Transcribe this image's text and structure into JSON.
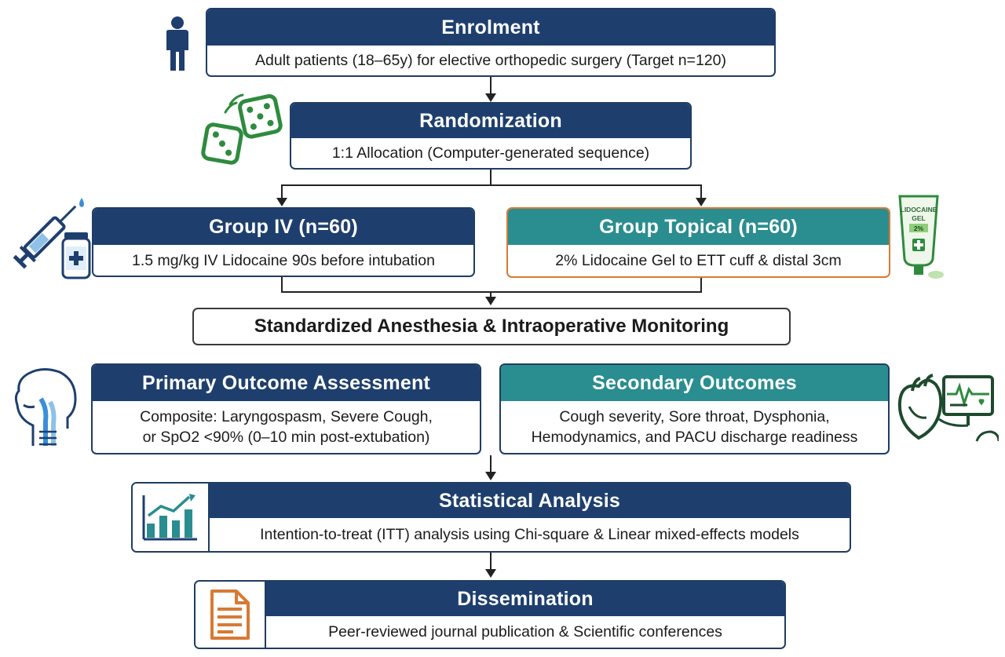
{
  "enrolment": {
    "title": "Enrolment",
    "text": "Adult patients (18–65y) for elective orthopedic surgery (Target n=120)"
  },
  "randomization": {
    "title": "Randomization",
    "text": "1:1 Allocation (Computer-generated sequence)"
  },
  "group_iv": {
    "title": "Group IV (n=60)",
    "text": "1.5 mg/kg IV Lidocaine 90s before intubation"
  },
  "group_topical": {
    "title": "Group Topical (n=60)",
    "text": "2% Lidocaine Gel to ETT cuff & distal 3cm"
  },
  "standardized": {
    "title": "Standardized Anesthesia & Intraoperative Monitoring"
  },
  "primary": {
    "title": "Primary Outcome Assessment",
    "line1": "Composite: Laryngospasm, Severe Cough,",
    "line2": "or SpO2 <90% (0–10 min post-extubation)"
  },
  "secondary": {
    "title": "Secondary Outcomes",
    "line1": "Cough severity, Sore throat, Dysphonia,",
    "line2": "Hemodynamics, and PACU discharge readiness"
  },
  "statistical": {
    "title": "Statistical Analysis",
    "text": "Intention-to-treat (ITT) analysis using Chi-square & Linear mixed-effects models"
  },
  "dissemination": {
    "title": "Dissemination",
    "text": "Peer-reviewed journal publication & Scientific conferences"
  },
  "tube_label": {
    "l1": "LIDOCAINE",
    "l2": "GEL",
    "l3": "2%"
  },
  "icons": {
    "patient": "person-icon",
    "dice": "dice-icon",
    "syringe": "syringe-vial-icon",
    "gel_tube": "gel-tube-icon",
    "airway": "airway-head-icon",
    "heart_monitor": "heart-monitor-icon",
    "chart": "bar-chart-icon",
    "document": "document-icon"
  },
  "colors": {
    "navy": "#1e3f6e",
    "teal": "#2a8d8f",
    "orange": "#d87a34",
    "green": "#2e8b3e"
  }
}
